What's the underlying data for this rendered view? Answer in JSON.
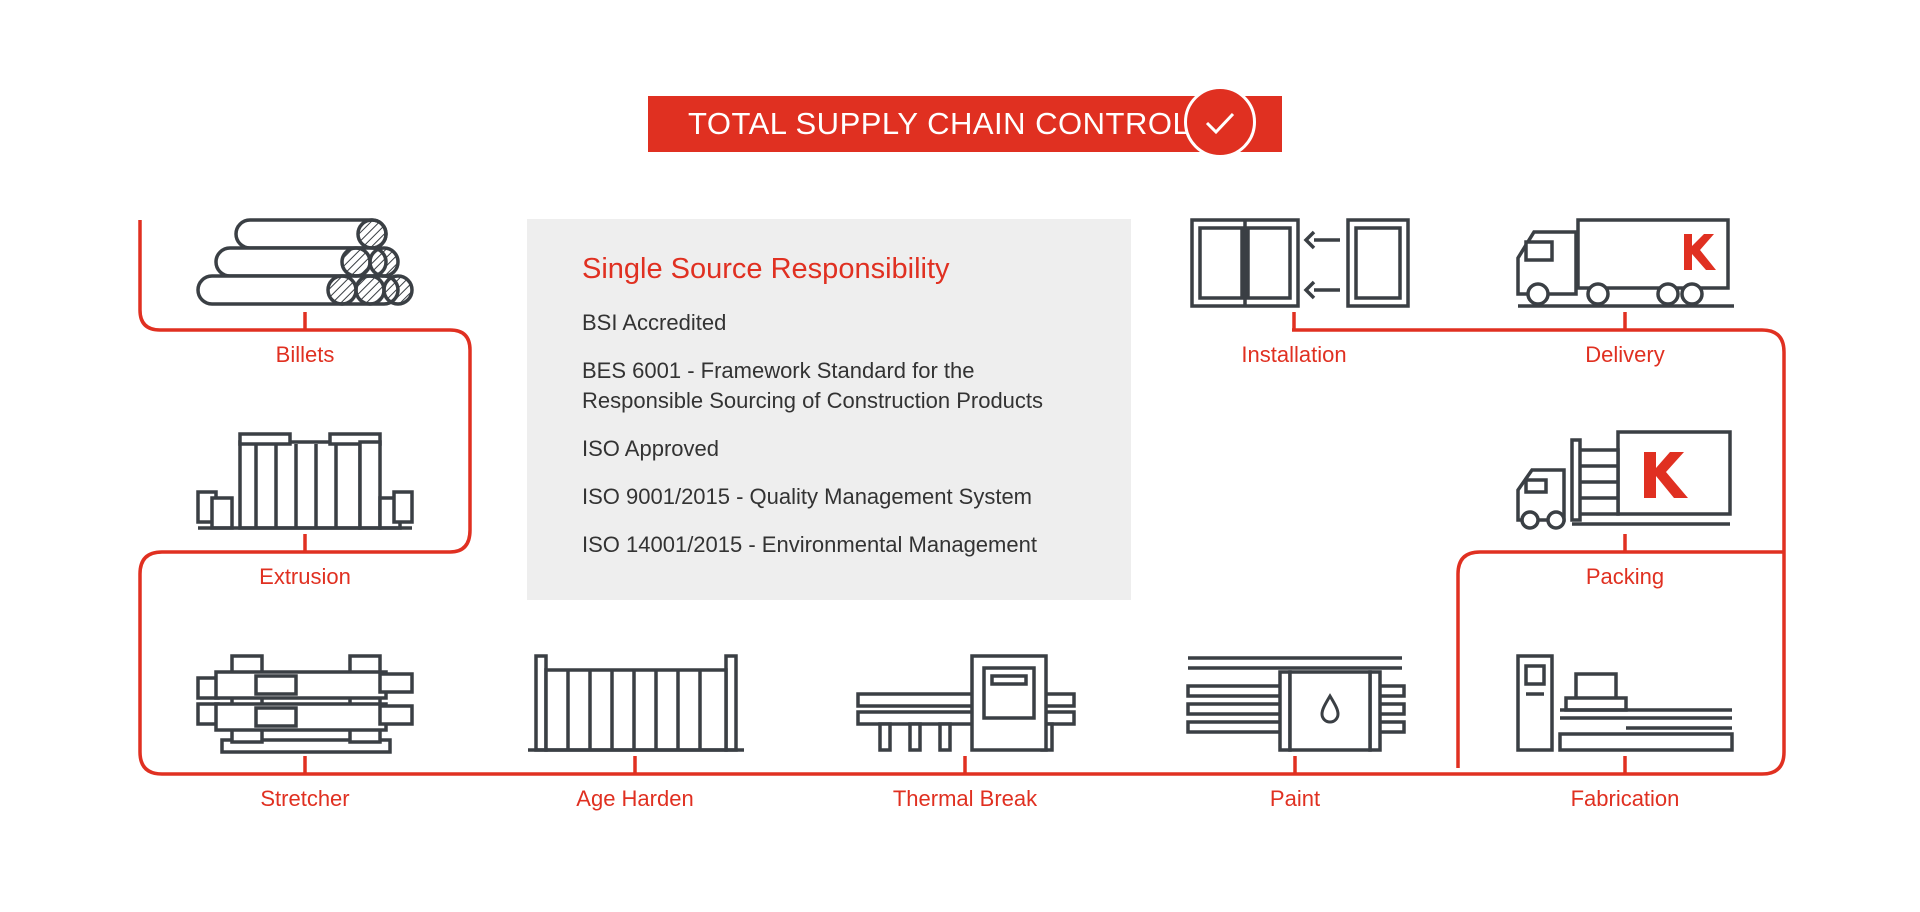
{
  "banner": {
    "title": "TOTAL SUPPLY CHAIN CONTROL",
    "check_icon": "checkmark-icon"
  },
  "info": {
    "title": "Single Source Responsibility",
    "items": [
      "BSI Accredited",
      "BES 6001 - Framework Standard for the\nResponsible Sourcing of Construction Products",
      "ISO Approved",
      "ISO 9001/2015 - Quality Management System",
      "ISO 14001/2015 - Environmental Management"
    ]
  },
  "steps": {
    "billets": "Billets",
    "extrusion": "Extrusion",
    "stretcher": "Stretcher",
    "age_harden": "Age Harden",
    "thermal_break": "Thermal Break",
    "paint": "Paint",
    "fabrication": "Fabrication",
    "packing": "Packing",
    "delivery": "Delivery",
    "installation": "Installation"
  },
  "brand_mark": "K",
  "colors": {
    "accent": "#e03021",
    "icon": "#3a3f44",
    "panel": "#eeeeee"
  }
}
